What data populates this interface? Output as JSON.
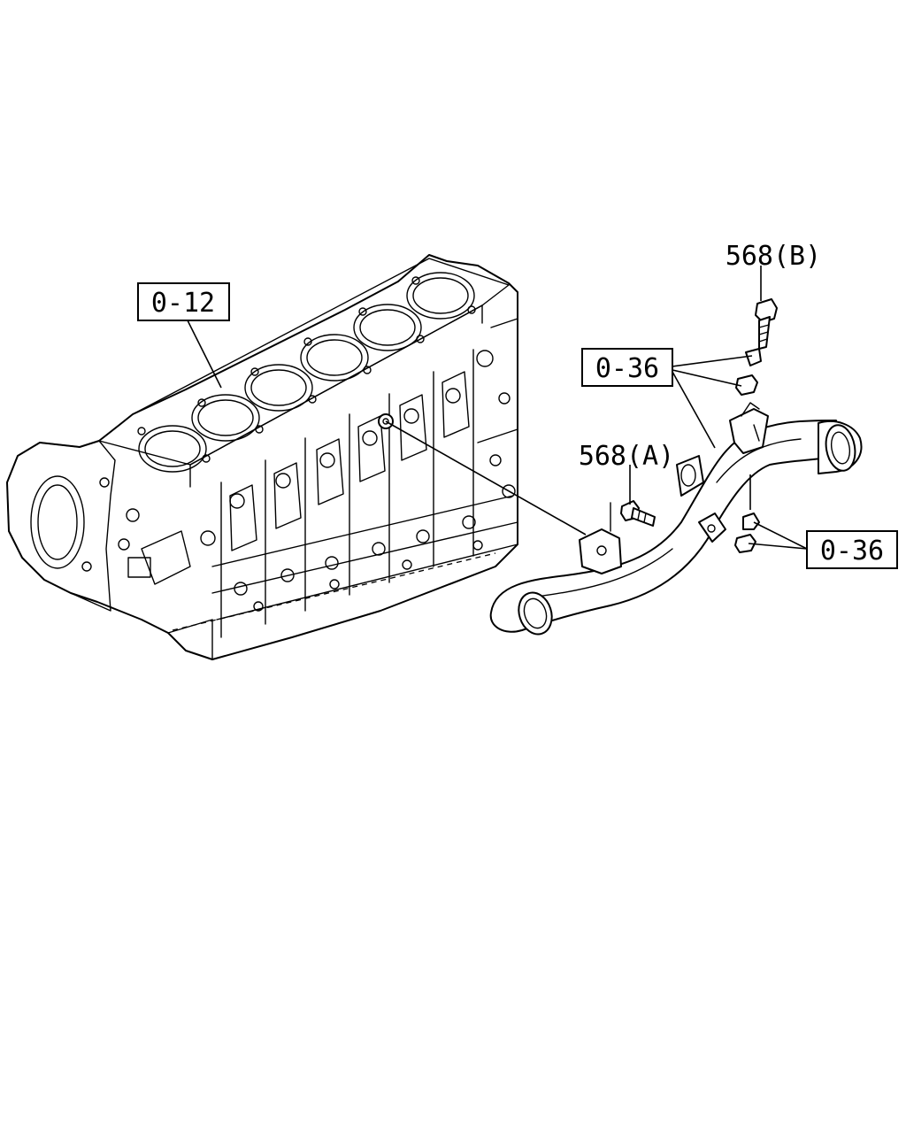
{
  "labels": {
    "block_ref": "0-12",
    "pipe_ref_upper": "0-36",
    "pipe_ref_lower": "0-36",
    "bolt_b": "568(B)",
    "bolt_a": "568(A)"
  }
}
